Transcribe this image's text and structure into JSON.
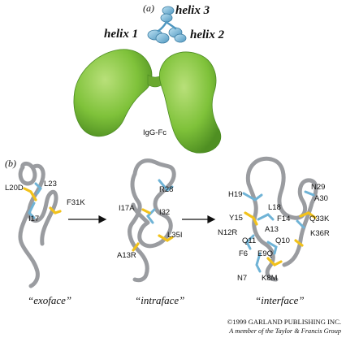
{
  "panel_a": {
    "label": "(a)",
    "helix_labels": [
      "helix 1",
      "helix 2",
      "helix 3"
    ],
    "igg_label": "IgG-Fc"
  },
  "panel_b": {
    "label": "(b)",
    "exoface": {
      "caption": "“exoface”",
      "residues": [
        "L20D",
        "L23",
        "F31K",
        "I17"
      ]
    },
    "intraface": {
      "caption": "“intraface”",
      "residues": [
        "R28",
        "I17A",
        "I32",
        "L35I",
        "A13R"
      ]
    },
    "interface": {
      "caption": "“interface”",
      "residues": [
        "N29",
        "H19",
        "A30",
        "L18",
        "Y15",
        "F14",
        "Q33K",
        "N12R",
        "A13",
        "K36R",
        "Q11",
        "Q10",
        "F6",
        "E9Q",
        "N7",
        "K8M"
      ]
    }
  },
  "credit": {
    "line1": "©1999 GARLAND PUBLISHING INC.",
    "line2": "A member of the Taylor & Francis Group"
  },
  "colors": {
    "fc_green": "#7fc23a",
    "helix_blue": "#6fb3d6",
    "backbone_gray": "#9a9ca0",
    "sidechain_yellow": "#f2c21b"
  }
}
